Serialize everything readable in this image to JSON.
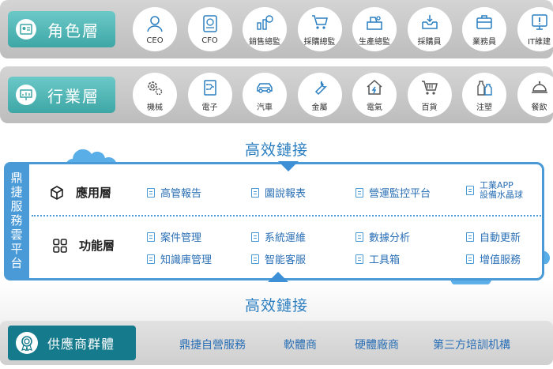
{
  "role_layer": {
    "label": "角色層",
    "icon": "id-card-icon",
    "items": [
      {
        "label": "CEO",
        "icon": "person-icon"
      },
      {
        "label": "CFO",
        "icon": "document-dollar-icon"
      },
      {
        "label": "銷售總監",
        "icon": "sales-chart-icon"
      },
      {
        "label": "採購總監",
        "icon": "shopping-cart-icon"
      },
      {
        "label": "生產總監",
        "icon": "production-icon"
      },
      {
        "label": "採購員",
        "icon": "inbox-icon"
      },
      {
        "label": "業務員",
        "icon": "briefcase-icon"
      },
      {
        "label": "IT維建",
        "icon": "monitor-alert-icon"
      }
    ]
  },
  "industry_layer": {
    "label": "行業層",
    "icon": "presentation-icon",
    "items": [
      {
        "label": "機械",
        "icon": "gears-icon"
      },
      {
        "label": "電子",
        "icon": "circuit-icon"
      },
      {
        "label": "汽車",
        "icon": "car-icon"
      },
      {
        "label": "金屬",
        "icon": "wrench-icon"
      },
      {
        "label": "電氣",
        "icon": "house-bolt-icon"
      },
      {
        "label": "百貨",
        "icon": "shopping-cart-icon"
      },
      {
        "label": "注塑",
        "icon": "bottles-icon"
      },
      {
        "label": "餐飲",
        "icon": "cloche-icon"
      }
    ]
  },
  "connector_top": "高效鏈接",
  "connector_bottom": "高效鏈接",
  "platform": {
    "title": "鼎捷服務雲平台",
    "app_layer": {
      "label": "應用層",
      "icon": "cube-icon",
      "items": [
        "高管報告",
        "圖說報表",
        "營運監控平台"
      ],
      "last_item": [
        "工業APP",
        "設備水晶球"
      ]
    },
    "func_layer": {
      "label": "功能層",
      "icon": "grid-icon",
      "items": [
        "案件管理",
        "系統運維",
        "數據分析",
        "自動更新",
        "知識庫管理",
        "智能客服",
        "工具箱",
        "增值服務"
      ]
    }
  },
  "supplier": {
    "label": "供應商群體",
    "icon": "award-icon",
    "items": [
      "鼎捷自營服務",
      "軟體商",
      "硬體廠商",
      "第三方培訓机構"
    ]
  },
  "colors": {
    "teal": "#3ea7a6",
    "blue": "#4a9ad8",
    "dark_teal": "#147a8c",
    "text_blue": "#2a6fb5"
  }
}
